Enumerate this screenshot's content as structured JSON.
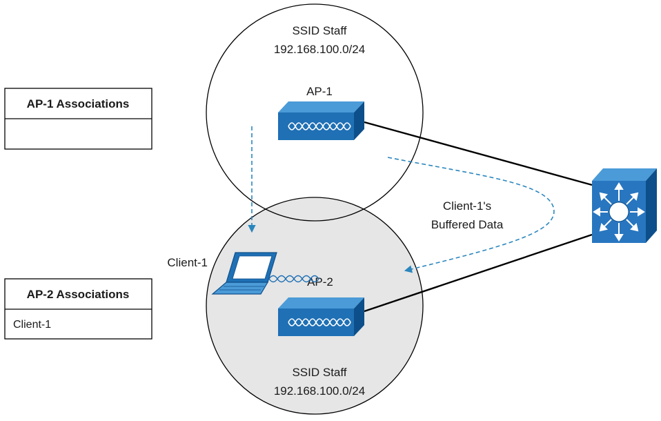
{
  "colors": {
    "ap_blue": "#1f70b5",
    "ap_dark": "#0d4f8a",
    "ap_light": "#4b9bd8",
    "link": "#000000",
    "dashed_flow": "#2a86bd",
    "cell_fill_ap2": "#e6e6e6",
    "switch_blue": "#2876c0"
  },
  "cell_ap1": {
    "ssid": "SSID Staff",
    "subnet": "192.168.100.0/24"
  },
  "cell_ap2": {
    "ssid": "SSID Staff",
    "subnet": "192.168.100.0/24"
  },
  "ap1": {
    "label": "AP-1",
    "icon": "access-point-icon"
  },
  "ap2": {
    "label": "AP-2",
    "icon": "access-point-icon"
  },
  "client": {
    "label": "Client-1",
    "icon": "laptop-icon"
  },
  "switch": {
    "icon": "multilayer-switch-icon"
  },
  "buffered": {
    "line1": "Client-1's",
    "line2": "Buffered Data"
  },
  "ap1_table": {
    "title": "AP-1 Associations",
    "rows": [
      ""
    ]
  },
  "ap2_table": {
    "title": "AP-2 Associations",
    "rows": [
      "Client-1"
    ]
  }
}
